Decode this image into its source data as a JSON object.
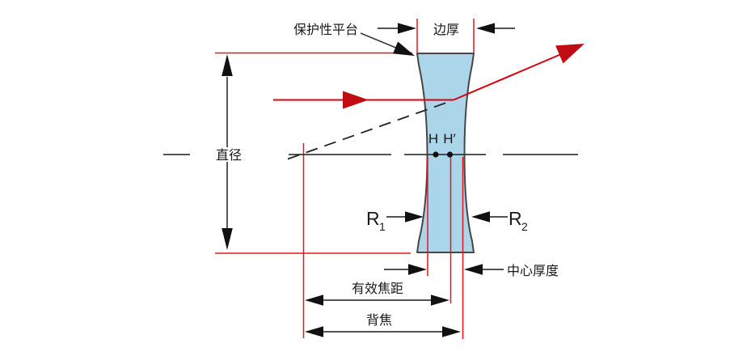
{
  "diagram": {
    "kind": "biconcave-lens-dimension-diagram",
    "labels": {
      "protective_flat": "保护性平台",
      "edge_thickness": "边厚",
      "diameter": "直径",
      "front_principal_point": "H",
      "back_principal_point": "H′",
      "radius_1": {
        "base": "R",
        "sub": "1"
      },
      "radius_2": {
        "base": "R",
        "sub": "2"
      },
      "center_thickness": "中心厚度",
      "effective_focal_length": "有效焦距",
      "back_focal_length": "背焦"
    },
    "colors": {
      "lens_fill": "#abd5e9",
      "lens_outline": "#464646",
      "reference_line_red": "#e8141c",
      "ray_red": "#d7000f",
      "ray_arrow_red": "#c00c12",
      "dimension_line": "#3a3a3a",
      "arrow_fill": "#111111",
      "text": "#1a1a1a",
      "background": "#ffffff"
    }
  }
}
